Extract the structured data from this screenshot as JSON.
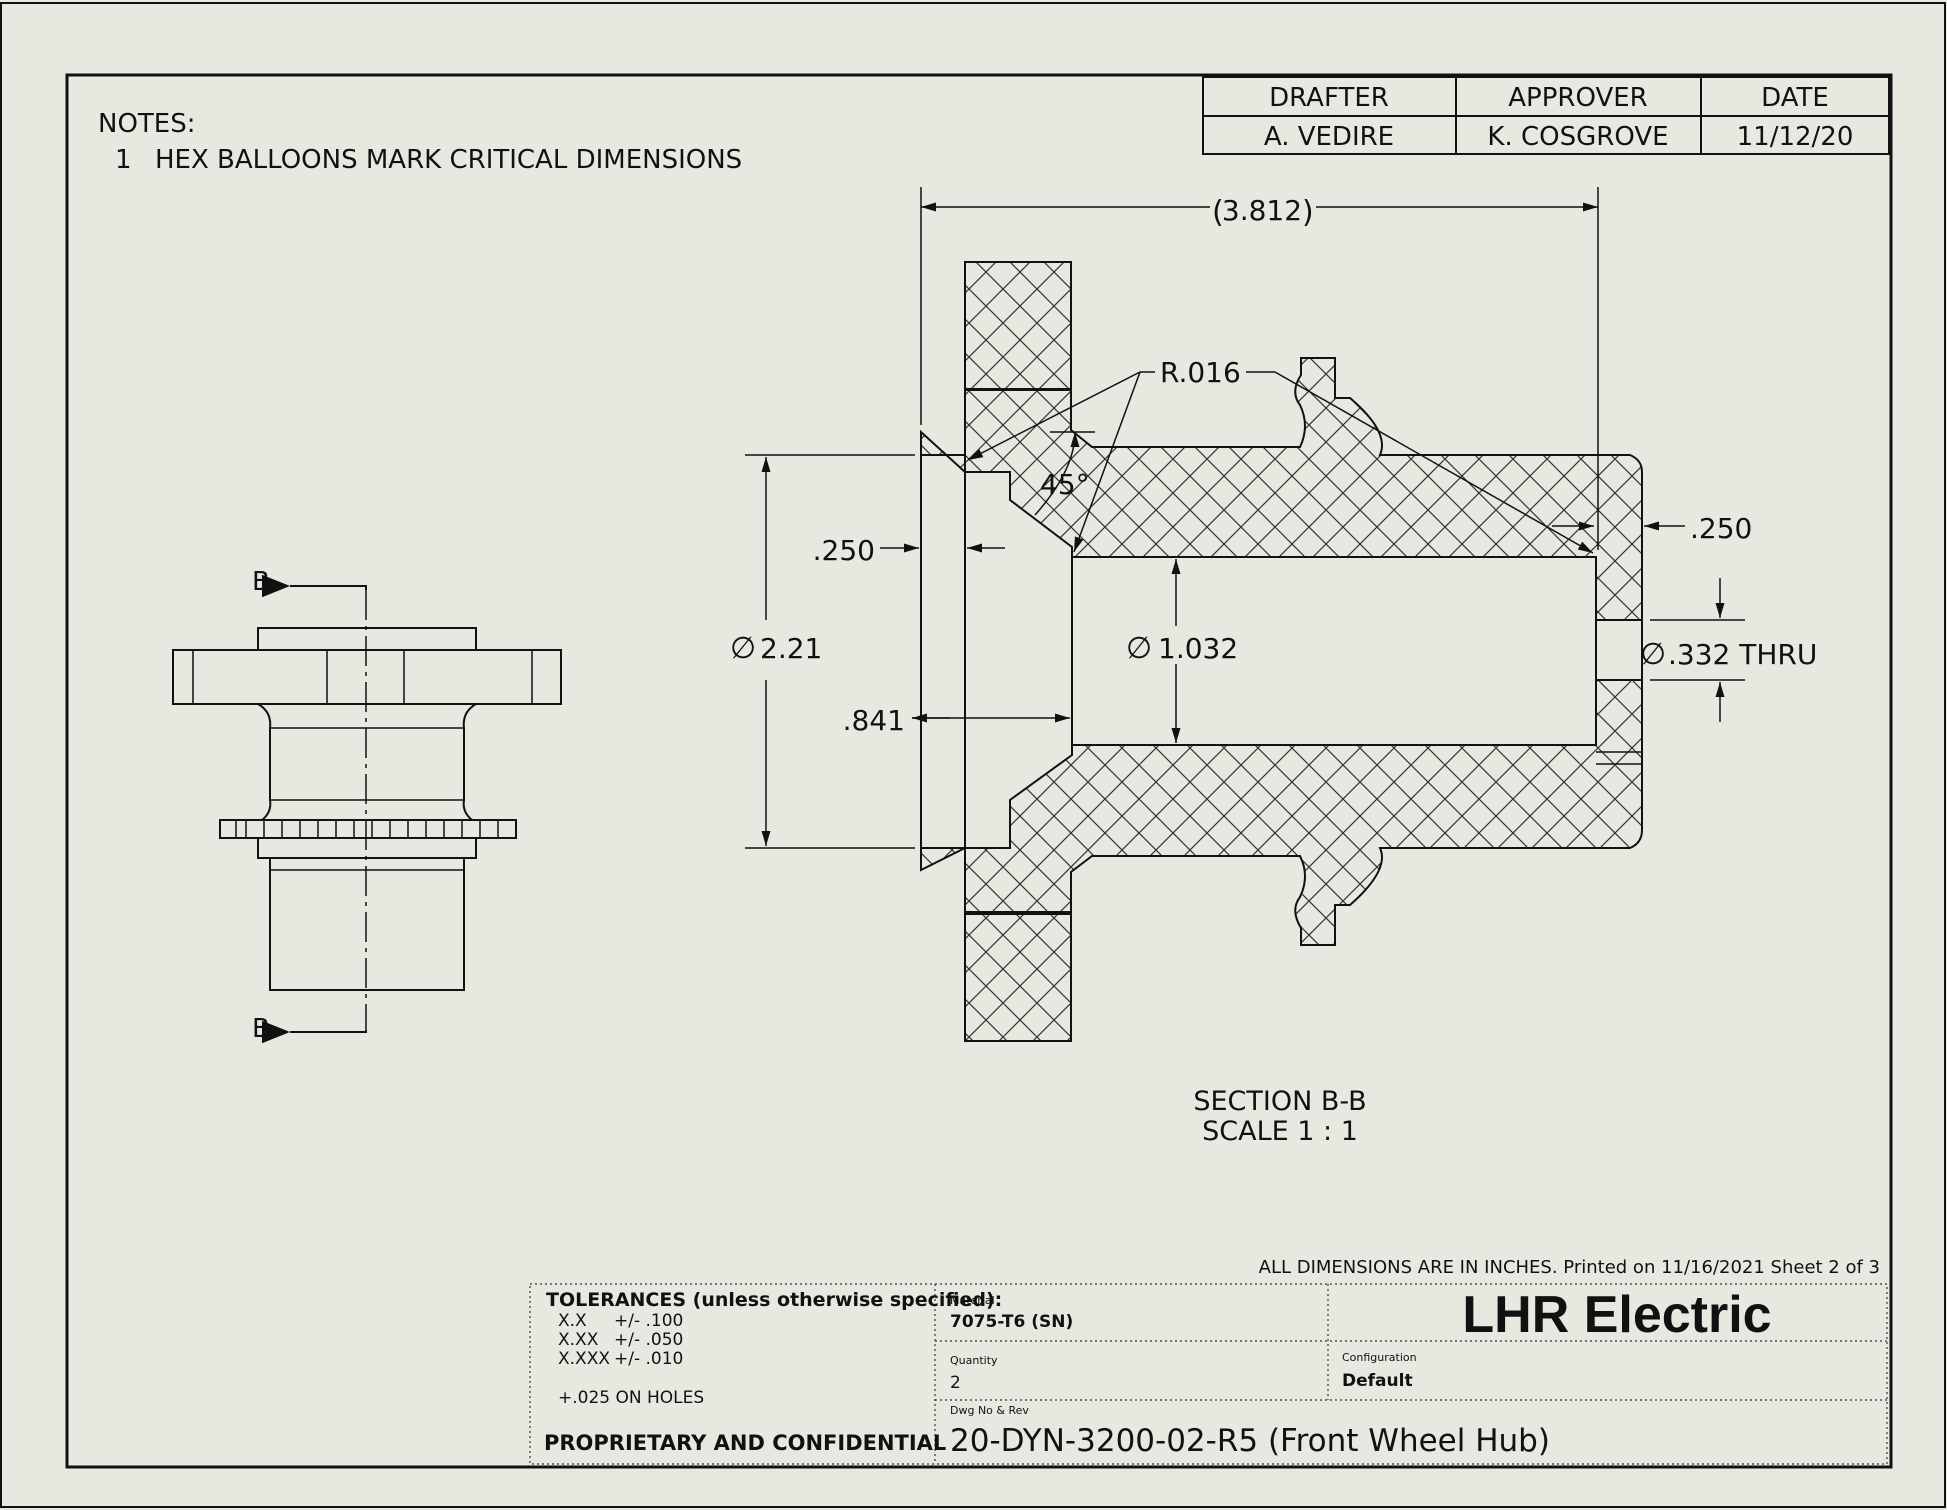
{
  "notes": {
    "heading": "NOTES:",
    "item_number": "1",
    "item_text": "HEX BALLOONS MARK CRITICAL DIMENSIONS"
  },
  "signoff": {
    "headers": [
      "DRAFTER",
      "APPROVER",
      "DATE"
    ],
    "values": [
      "A. VEDIRE",
      "K. COSGROVE",
      "11/12/20"
    ]
  },
  "dimensions": {
    "overall_length": "3.812",
    "fillet_radius": "R.016",
    "chamfer_angle": "45°",
    "left_wall": ".250",
    "right_wall": ".250",
    "outer_diameter": "2.21",
    "bore_diameter": "1.032",
    "counterbore_depth": ".841",
    "through_hole": ".332 THRU"
  },
  "section_marker": {
    "top_letter": "B",
    "bottom_letter": "B"
  },
  "view_label": {
    "line1": "SECTION B-B",
    "line2": "SCALE 1 : 1"
  },
  "title_block": {
    "info_line": "ALL DIMENSIONS ARE IN INCHES.   Printed on 11/16/2021  Sheet 2 of 3",
    "tolerances_title": "TOLERANCES (unless otherwise specified):",
    "tolerances": [
      {
        "label": "X.X",
        "value": "+/- .100"
      },
      {
        "label": "X.XX",
        "value": "+/- .050"
      },
      {
        "label": "X.XXX",
        "value": "+/- .010"
      }
    ],
    "hole_tolerance": "+.025 ON HOLES",
    "proprietary": "PROPRIETARY AND CONFIDENTIAL",
    "material_label": "Material",
    "material_value": "7075-T6 (SN)",
    "company": "LHR Electric",
    "quantity_label": "Quantity",
    "quantity_value": "2",
    "configuration_label": "Configuration",
    "configuration_value": "Default",
    "dwg_label": "Dwg  No & Rev",
    "dwg_value": "20-DYN-3200-02-R5 (Front Wheel Hub)"
  }
}
